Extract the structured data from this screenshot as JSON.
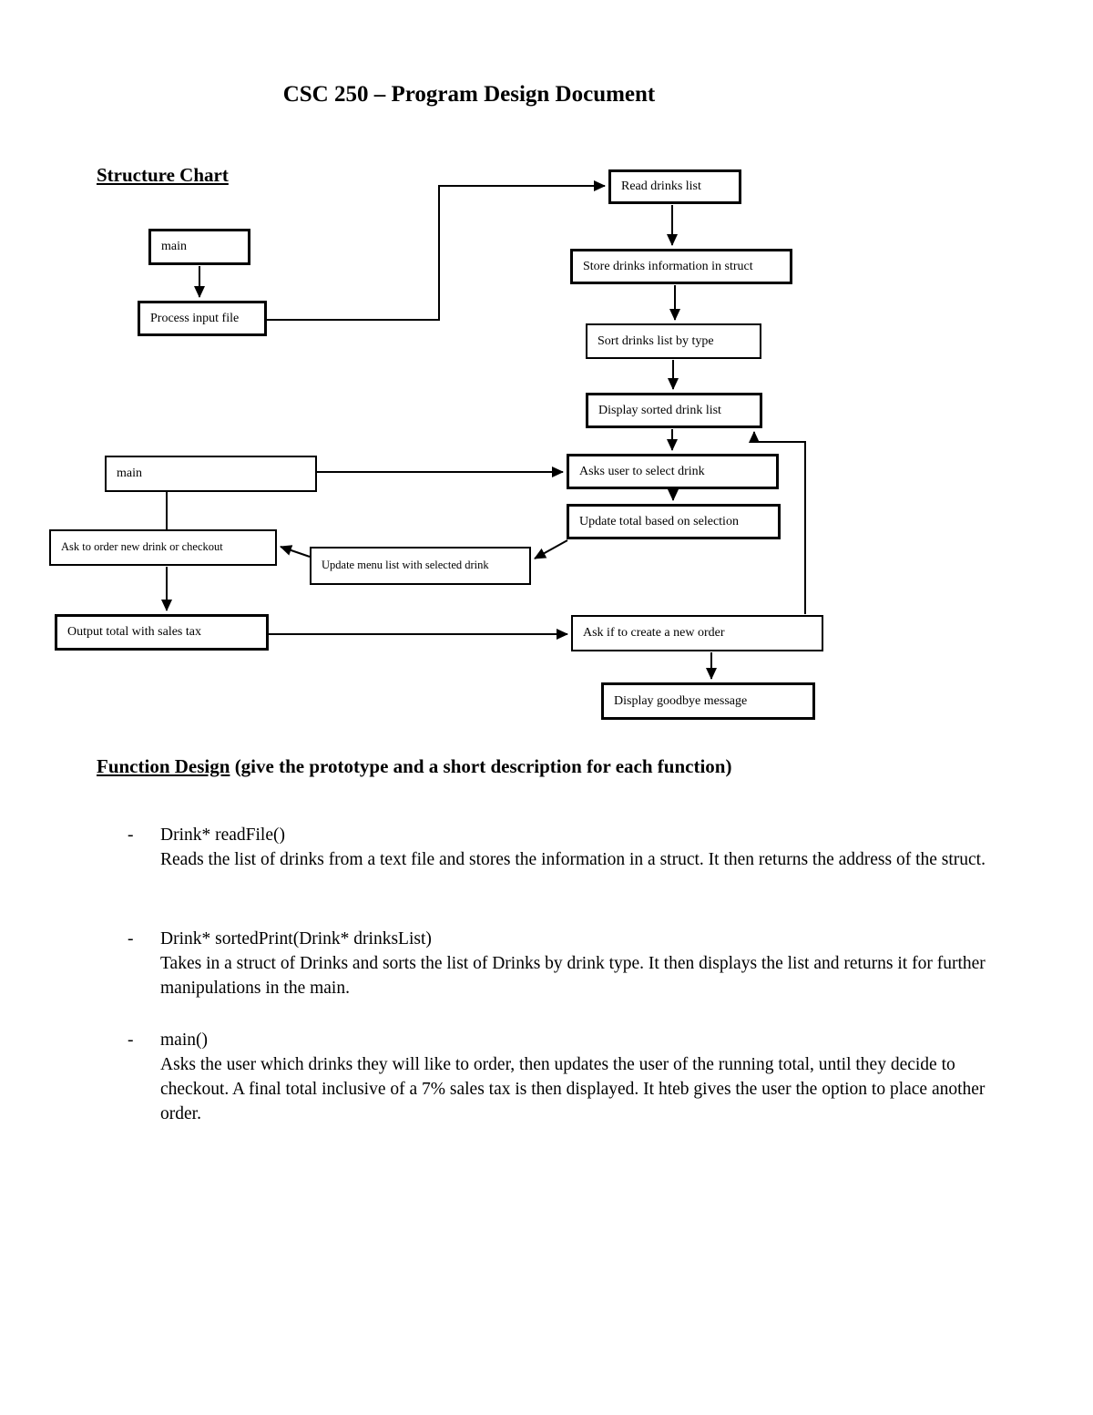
{
  "document": {
    "title": "CSC 250 – Program Design Document"
  },
  "structure_chart": {
    "heading": "Structure Chart",
    "nodes": {
      "main_top": {
        "label": "main"
      },
      "process_input": {
        "label": "Process input file"
      },
      "read_drinks": {
        "label": "Read drinks list"
      },
      "store_struct": {
        "label": "Store drinks information in struct"
      },
      "sort_by_type": {
        "label": "Sort drinks list by type"
      },
      "display_sorted": {
        "label": "Display sorted drink list"
      },
      "main_mid": {
        "label": "main"
      },
      "ask_select": {
        "label": "Asks user to select drink"
      },
      "update_total": {
        "label": "Update total based on selection"
      },
      "ask_order_checkout": {
        "label": "Ask to order new drink or checkout"
      },
      "update_menu": {
        "label": "Update menu list with selected drink"
      },
      "output_total": {
        "label": "Output total with sales tax"
      },
      "ask_new_order": {
        "label": "Ask if to create a new order"
      },
      "goodbye": {
        "label": "Display goodbye message"
      }
    },
    "edges": [
      {
        "from": "main_top",
        "to": "process_input"
      },
      {
        "from": "process_input",
        "to": "read_drinks"
      },
      {
        "from": "read_drinks",
        "to": "store_struct"
      },
      {
        "from": "store_struct",
        "to": "sort_by_type"
      },
      {
        "from": "sort_by_type",
        "to": "display_sorted"
      },
      {
        "from": "display_sorted",
        "to": "ask_select"
      },
      {
        "from": "main_mid",
        "to": "ask_select"
      },
      {
        "from": "ask_select",
        "to": "update_total"
      },
      {
        "from": "update_total",
        "to": "update_menu"
      },
      {
        "from": "update_menu",
        "to": "ask_order_checkout"
      },
      {
        "from": "main_mid",
        "to": "ask_order_checkout"
      },
      {
        "from": "ask_order_checkout",
        "to": "output_total"
      },
      {
        "from": "output_total",
        "to": "ask_new_order"
      },
      {
        "from": "ask_new_order",
        "to": "goodbye"
      },
      {
        "from": "ask_new_order",
        "to": "display_sorted"
      }
    ]
  },
  "function_design": {
    "heading_underlined": "Function Design",
    "heading_rest": " (give the prototype and a short description for each function)",
    "bullet_marker": "-",
    "functions": [
      {
        "prototype": "Drink* readFile()",
        "description": "Reads the list of drinks from a text file and stores the information in a struct. It then returns the address of the struct."
      },
      {
        "prototype": "Drink* sortedPrint(Drink* drinksList)",
        "description": "Takes in a struct of Drinks and sorts the list of Drinks by drink type. It then displays the list and returns it for further manipulations in the main."
      },
      {
        "prototype": "main()",
        "description": "Asks the user which drinks they will like to order, then updates the user of the running total, until they decide to checkout. A final total inclusive of a 7% sales tax is then displayed. It hteb gives the user the option to place another order."
      }
    ]
  },
  "colors": {
    "ink": "#000000",
    "background": "#ffffff"
  }
}
